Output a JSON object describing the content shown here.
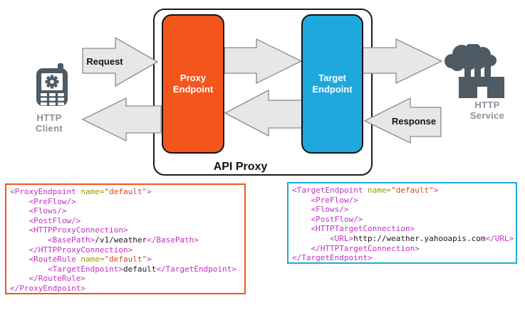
{
  "diagram": {
    "http_client_label": "HTTP\nClient",
    "http_service_label": "HTTP\nService",
    "request_label": "Request",
    "response_label": "Response",
    "api_proxy_label": "API Proxy",
    "proxy_endpoint_label": "Proxy\nEndpoint",
    "target_endpoint_label": "Target\nEndpoint",
    "colors": {
      "proxy_endpoint": "#F4551C",
      "target_endpoint": "#1FA8DC",
      "arrow_fill": "#E7E7E7",
      "arrow_stroke": "#8A8A8A",
      "icon": "#4E5A64",
      "icon_label_text": "#8A9096"
    }
  },
  "syntax_colors": {
    "tag": "#C42FC4",
    "attribute": "#999900",
    "value": "#D6452B",
    "text": "#1A1A1A"
  },
  "code_blocks": [
    {
      "name": "proxy-endpoint-xml",
      "border_color": "#F4551C",
      "lines": [
        "<ProxyEndpoint name=\"default\">",
        "    <PreFlow/>",
        "    <Flows/>",
        "    <PostFlow/>",
        "    <HTTPProxyConnection>",
        "        <BasePath>/v1/weather</BasePath>",
        "    </HTTPProxyConnection>",
        "    <RouteRule name=\"default\">",
        "        <TargetEndpoint>default</TargetEndpoint>",
        "    </RouteRule>",
        "</ProxyEndpoint>"
      ]
    },
    {
      "name": "target-endpoint-xml",
      "border_color": "#1FA8DC",
      "lines": [
        "<TargetEndpoint name=\"default\">",
        "    <PreFlow/>",
        "    <Flows/>",
        "    <PostFlow/>",
        "    <HTTPTargetConnection>",
        "        <URL>http://weather.yahooapis.com</URL>",
        "    </HTTPTargetConnection>",
        "</TargetEndpoint>"
      ]
    }
  ]
}
